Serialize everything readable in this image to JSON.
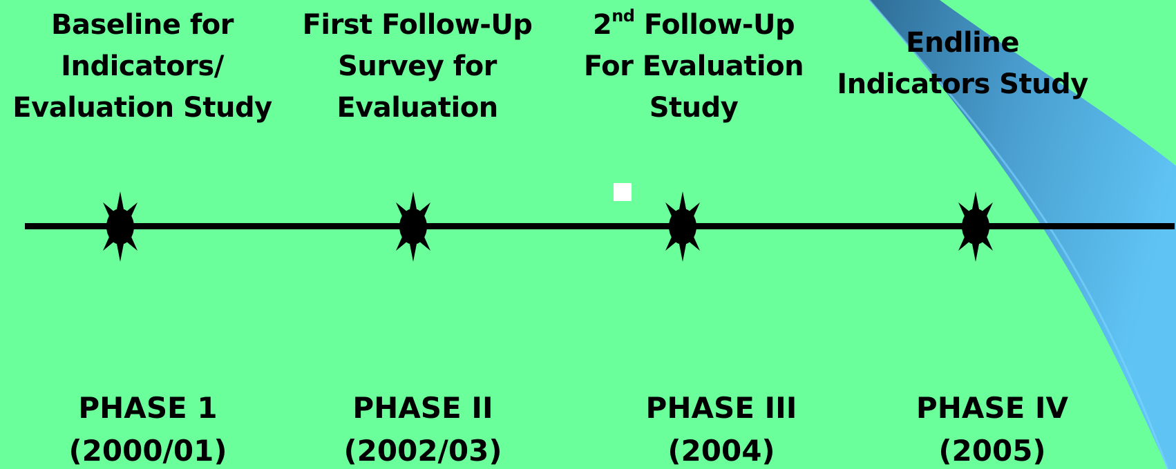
{
  "milestones": [
    {
      "title_lines": [
        "Baseline for",
        "Indicators/",
        "Evaluation Study"
      ],
      "phase": "PHASE 1",
      "period": "(2000/01)"
    },
    {
      "title_lines": [
        "First Follow-Up",
        "Survey for",
        "Evaluation"
      ],
      "phase": "PHASE II",
      "period": "(2002/03)"
    },
    {
      "title_num": "2",
      "title_sup": "nd",
      "title_rest": " Follow-Up",
      "title_lines": [
        "For Evaluation",
        "Study"
      ],
      "phase": "PHASE III",
      "period": "(2004)"
    },
    {
      "title_lines": [
        "Endline",
        "Indicators Study"
      ],
      "phase": "PHASE IV",
      "period": "(2005)"
    }
  ],
  "colors": {
    "background": "#6bff9c",
    "swoosh_dark": "#2f6f9a",
    "swoosh_light": "#5bbcf0",
    "timeline": "#000000"
  }
}
